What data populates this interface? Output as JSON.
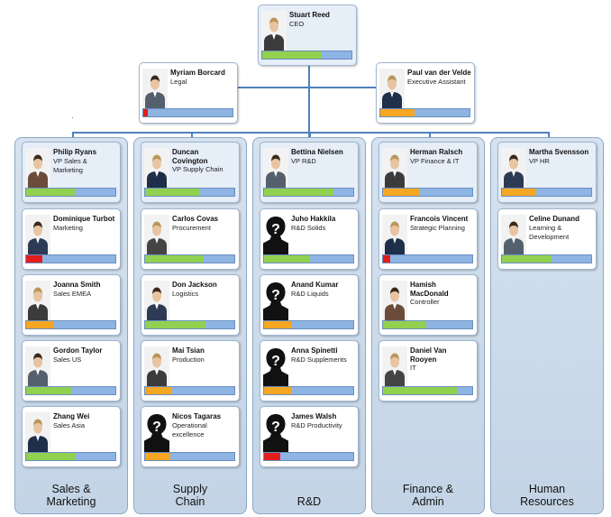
{
  "colors": {
    "high": "#92d050",
    "mid": "#f5a623",
    "low": "#e11d1d",
    "track": "#8eb4e3",
    "line": "#4f81bd"
  },
  "executives": [
    {
      "name": "Stuart Reed",
      "title": "CEO",
      "level": 0.67,
      "status": "high",
      "photo": "person-photo"
    },
    {
      "name": "Myriam Borcard",
      "title": "Legal",
      "level": 0.05,
      "status": "low",
      "photo": "person-photo"
    },
    {
      "name": "Paul van der Velde",
      "title": "Executive Assistant",
      "level": 0.38,
      "status": "mid",
      "photo": "person-photo"
    }
  ],
  "departments": [
    {
      "label": "Sales & Marketing",
      "head": {
        "name": "Philip Ryans",
        "title": "VP Sales & Marketing",
        "level": 0.55,
        "status": "high",
        "photo": "person-photo"
      },
      "members": [
        {
          "name": "Dominique Turbot",
          "title": "Marketing",
          "level": 0.18,
          "status": "low",
          "photo": "person-photo"
        },
        {
          "name": "Joanna Smith",
          "title": "Sales EMEA",
          "level": 0.3,
          "status": "mid",
          "photo": "person-photo"
        },
        {
          "name": "Gordon Taylor",
          "title": "Sales US",
          "level": 0.52,
          "status": "high",
          "photo": "person-photo"
        },
        {
          "name": "Zhang Wei",
          "title": "Sales Asia",
          "level": 0.56,
          "status": "high",
          "photo": "person-photo"
        }
      ]
    },
    {
      "label": "Supply Chain",
      "head": {
        "name": "Duncan Covington",
        "title": "VP Supply Chain",
        "level": 0.62,
        "status": "high",
        "photo": "person-photo"
      },
      "members": [
        {
          "name": "Carlos Covas",
          "title": "Procurement",
          "level": 0.66,
          "status": "high",
          "photo": "person-photo"
        },
        {
          "name": "Don Jackson",
          "title": "Logistics",
          "level": 0.68,
          "status": "high",
          "photo": "person-photo"
        },
        {
          "name": "Mai Tsian",
          "title": "Production",
          "level": 0.3,
          "status": "mid",
          "photo": "person-photo"
        },
        {
          "name": "Nicos Tagaras",
          "title": "Operational excellence",
          "level": 0.28,
          "status": "mid",
          "photo": "unknown-person"
        }
      ]
    },
    {
      "label": "R&D",
      "head": {
        "name": "Bettina Nielsen",
        "title": "VP R&D",
        "level": 0.78,
        "status": "high",
        "photo": "person-photo"
      },
      "members": [
        {
          "name": "Juho Hakkila",
          "title": "R&D Solids",
          "level": 0.5,
          "status": "high",
          "photo": "unknown-person"
        },
        {
          "name": "Anand Kumar",
          "title": "R&D Liquids",
          "level": 0.3,
          "status": "mid",
          "photo": "unknown-person"
        },
        {
          "name": "Anna Spinetti",
          "title": "R&D Supplements",
          "level": 0.3,
          "status": "mid",
          "photo": "unknown-person"
        },
        {
          "name": "James Walsh",
          "title": "R&D Productivity",
          "level": 0.18,
          "status": "low",
          "photo": "unknown-person"
        }
      ]
    },
    {
      "label": "Finance & Admin",
      "head": {
        "name": "Herman Ralsch",
        "title": "VP Finance & IT",
        "level": 0.4,
        "status": "mid",
        "photo": "person-photo"
      },
      "members": [
        {
          "name": "Francois Vincent",
          "title": "Strategic Planning",
          "level": 0.08,
          "status": "low",
          "photo": "person-photo"
        },
        {
          "name": "Hamish MacDonald",
          "title": "Controller",
          "level": 0.48,
          "status": "high",
          "photo": "person-photo"
        },
        {
          "name": "Daniel Van Rooyen",
          "title": "IT",
          "level": 0.83,
          "status": "high",
          "photo": "person-photo"
        }
      ]
    },
    {
      "label": "Human Resources",
      "head": {
        "name": "Martha Svensson",
        "title": "VP HR",
        "level": 0.38,
        "status": "mid",
        "photo": "person-photo"
      },
      "members": [
        {
          "name": "Celine Dunand",
          "title": "Learning & Development",
          "level": 0.56,
          "status": "high",
          "photo": "person-photo"
        }
      ]
    }
  ]
}
